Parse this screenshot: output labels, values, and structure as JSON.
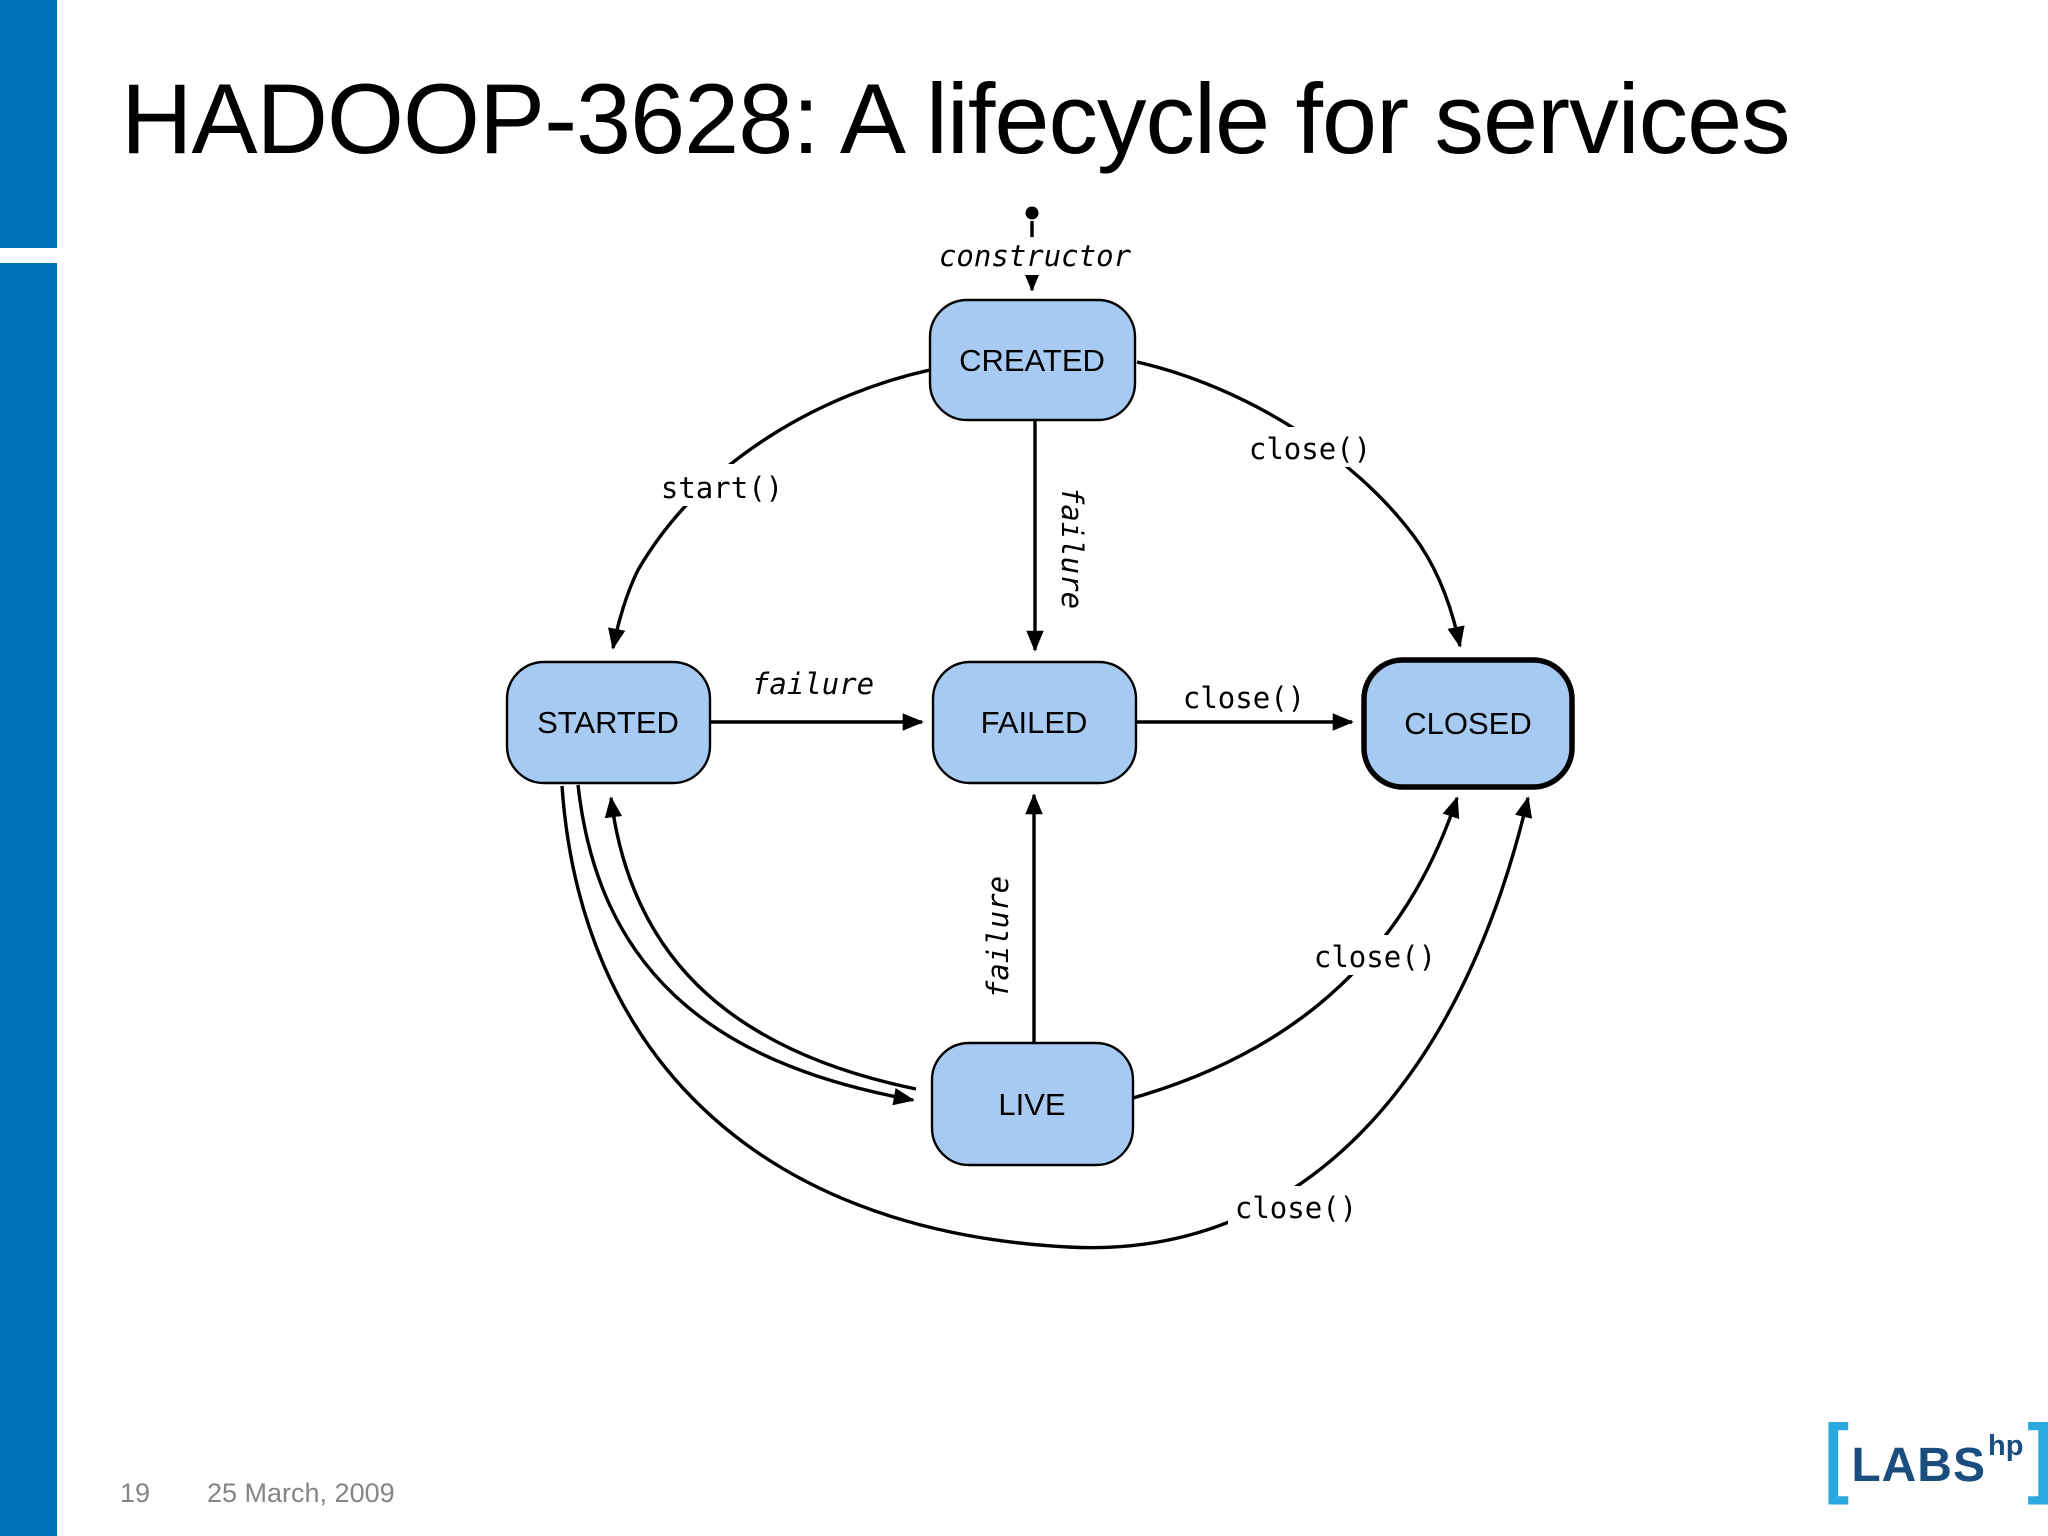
{
  "slide": {
    "title": "HADOOP-3628: A lifecycle for services",
    "footer": {
      "page_number": "19",
      "date": "25 March, 2009"
    },
    "logo": {
      "open_bracket": "[",
      "text": "LABS",
      "sup": "hp",
      "close_bracket": "]"
    }
  },
  "diagram": {
    "type": "state-machine",
    "nodes": {
      "created": "CREATED",
      "started": "STARTED",
      "failed": "FAILED",
      "closed": "CLOSED",
      "live": "LIVE"
    },
    "initial_state_marker": "dot",
    "final_state": "CLOSED",
    "edge_labels": {
      "constructor": "constructor",
      "created_to_started": "start()",
      "created_to_failed": "failure",
      "created_to_closed": "close()",
      "started_to_failed": "failure",
      "failed_to_closed": "close()",
      "live_to_failed": "failure",
      "live_to_closed": "close()",
      "started_to_closed": "close()"
    }
  },
  "colors": {
    "accent_bar": "#0071BA",
    "node_fill": "#A6CAF1",
    "node_border": "#000000",
    "edge_stroke": "#000000",
    "logo_bracket": "#2AA9E1",
    "logo_text": "#1A4E7E",
    "footer_text": "#858585",
    "background": "#FFFFFF"
  }
}
